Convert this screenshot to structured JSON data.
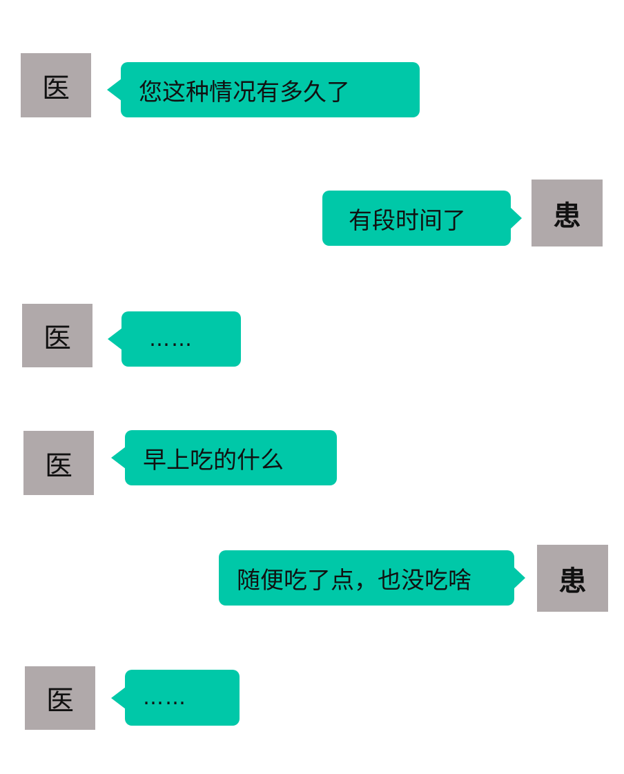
{
  "messages": [
    {
      "role": "doctor",
      "avatar_label": "医",
      "text": "您这种情况有多久了"
    },
    {
      "role": "patient",
      "avatar_label": "患",
      "text": "有段时间了"
    },
    {
      "role": "doctor",
      "avatar_label": "医",
      "text": "……"
    },
    {
      "role": "doctor",
      "avatar_label": "医",
      "text": "早上吃的什么"
    },
    {
      "role": "patient",
      "avatar_label": "患",
      "text": "随便吃了点，也没吃啥"
    },
    {
      "role": "doctor",
      "avatar_label": "医",
      "text": "……"
    }
  ],
  "colors": {
    "bubble": "#00c8a8",
    "avatar": "#b0a9aa",
    "background": "#ffffff"
  }
}
